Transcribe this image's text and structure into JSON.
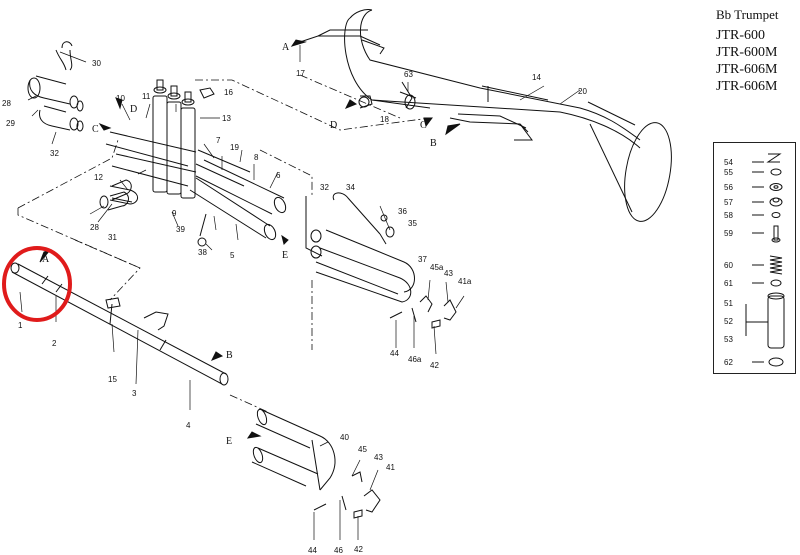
{
  "title": {
    "lines": [
      "Bb  Trumpet",
      "JTR-600",
      "JTR-600M",
      "JTR-606M",
      "JTR-606M"
    ]
  },
  "callouts": {
    "c1": "1",
    "c2": "2",
    "c3": "3",
    "c4": "4",
    "c5": "5",
    "c6": "6",
    "c7": "7",
    "c8": "8",
    "c9": "9",
    "c10": "10",
    "c11": "11",
    "c12": "12",
    "c13": "13",
    "c14": "14",
    "c15": "15",
    "c16": "16",
    "c17": "17",
    "c18": "18",
    "c19": "19",
    "c20": "20",
    "c28a": "28",
    "c28b": "28",
    "c29": "29",
    "c30": "30",
    "c31": "31",
    "c32a": "32",
    "c32b": "32",
    "c34": "34",
    "c35": "35",
    "c36": "36",
    "c37": "37",
    "c38": "38",
    "c39": "39",
    "c40": "40",
    "c41": "41",
    "c41a": "41a",
    "c42a": "42",
    "c42b": "42",
    "c43a": "43",
    "c43b": "43",
    "c44a": "44",
    "c44b": "44",
    "c45": "45",
    "c45a": "45a",
    "c46a": "46a",
    "c46b": "46",
    "c63": "63"
  },
  "letters": {
    "A1": "A",
    "A2": "A",
    "B1": "B",
    "B2": "B",
    "C1": "C",
    "C2": "C",
    "D1": "D",
    "D2": "D",
    "E1": "E",
    "E2": "E"
  },
  "legend": {
    "p54": "54",
    "p55": "55",
    "p56": "56",
    "p57": "57",
    "p58": "58",
    "p59": "59",
    "p60": "60",
    "p61": "61",
    "p51": "51",
    "p52": "52",
    "p53": "53",
    "p62": "62"
  },
  "highlight_color": "#e01b1b"
}
